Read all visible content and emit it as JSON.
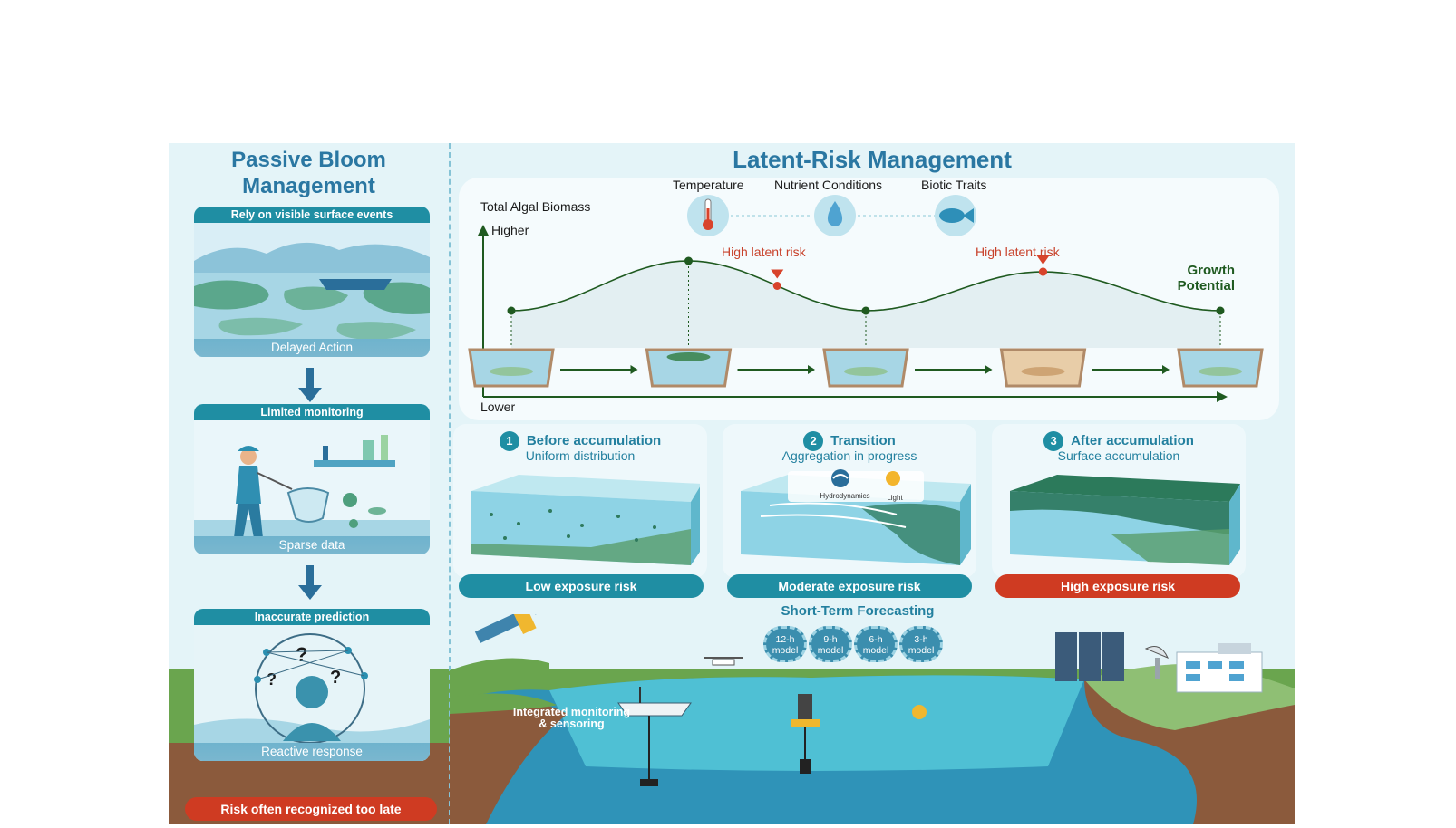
{
  "left_panel": {
    "title_line1": "Passive Bloom",
    "title_line2": "Management",
    "cards": [
      {
        "header": "Rely on visible surface events",
        "footer": "Delayed Action"
      },
      {
        "header": "Limited monitoring",
        "footer": "Sparse data"
      },
      {
        "header": "Inaccurate prediction",
        "footer": "Reactive response"
      }
    ],
    "late_label": "Risk often recognized too late"
  },
  "right_panel": {
    "title": "Latent-Risk Management",
    "factors": [
      "Temperature",
      "Nutrient Conditions",
      "Biotic Traits"
    ],
    "factor_icons": [
      "thermometer-icon",
      "water-drop-icon",
      "fish-icon"
    ],
    "growth_potential_line1": "Growth",
    "growth_potential_line2": "Potential"
  },
  "chart_data": {
    "type": "line",
    "ylabel": "Total Algal Biomass",
    "y_high_label": "Higher",
    "y_low_label": "Lower",
    "curve_label": "Growth Potential",
    "annotations": [
      "High latent risk",
      "High latent risk"
    ],
    "stages": [
      {
        "x": 0,
        "level": 0.35
      },
      {
        "x": 1,
        "level": 0.9
      },
      {
        "x": 1.5,
        "level": 0.62
      },
      {
        "x": 2,
        "level": 0.35
      },
      {
        "x": 3,
        "level": 0.78
      },
      {
        "x": 4,
        "level": 0.35
      }
    ],
    "high_risk_x": [
      1.5,
      3
    ]
  },
  "stages": [
    {
      "num": "1",
      "title": "Before accumulation",
      "subtitle": "Uniform distribution",
      "risk": "Low exposure risk",
      "risk_color": "#1f8ea3"
    },
    {
      "num": "2",
      "title": "Transition",
      "subtitle": "Aggregation in progress",
      "risk": "Moderate exposure risk",
      "risk_color": "#1f8ea3"
    },
    {
      "num": "3",
      "title": "After accumulation",
      "subtitle": "Surface accumulation",
      "risk": "High exposure risk",
      "risk_color": "#cf3b22"
    }
  ],
  "transition_drivers": [
    "Hydrodynamics",
    "Light"
  ],
  "forecasting": {
    "title": "Short-Term Forecasting",
    "models": [
      {
        "h": "12-h",
        "m": "model"
      },
      {
        "h": "9-h",
        "m": "model"
      },
      {
        "h": "6-h",
        "m": "model"
      },
      {
        "h": "3-h",
        "m": "model"
      }
    ]
  },
  "monitoring": {
    "line1": "Integrated monitoring",
    "line2": "& sensoring"
  },
  "colors": {
    "accent": "#1f8ea3",
    "title_blue": "#2a77a2",
    "risk_red": "#cf3b22",
    "growth_green": "#1f5a20"
  }
}
